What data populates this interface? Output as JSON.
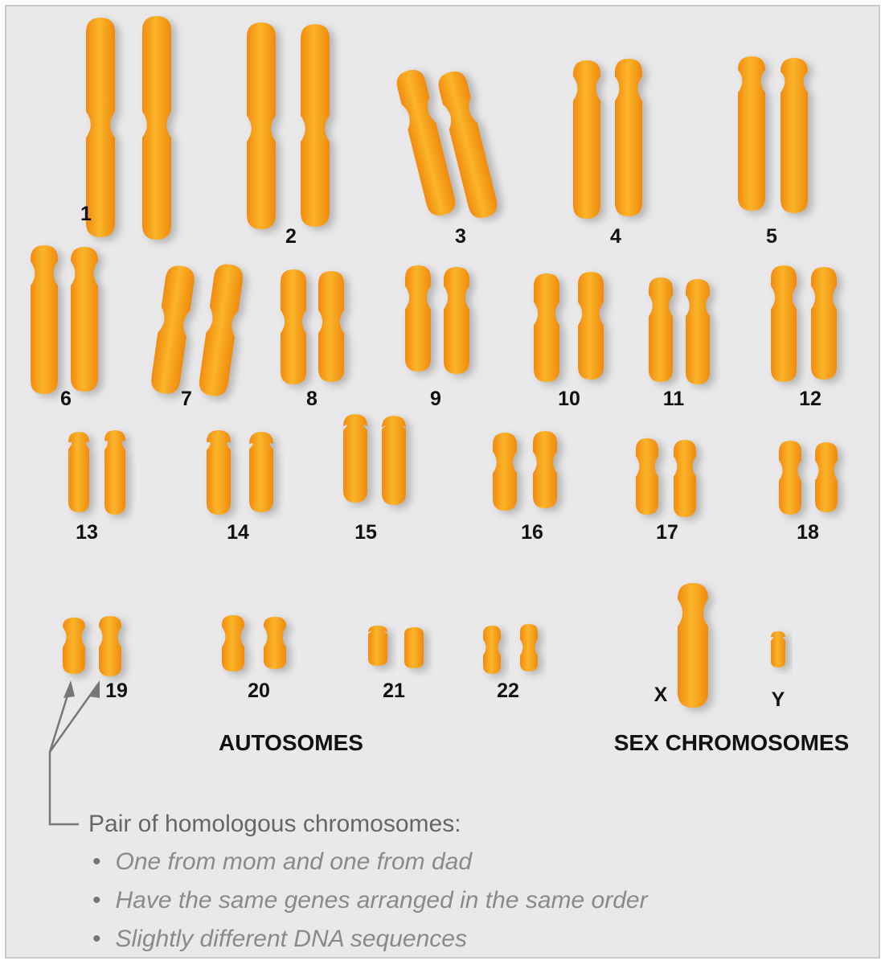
{
  "pairs": [
    "1",
    "2",
    "3",
    "4",
    "5",
    "6",
    "7",
    "8",
    "9",
    "10",
    "11",
    "12",
    "13",
    "14",
    "15",
    "16",
    "17",
    "18",
    "19",
    "20",
    "21",
    "22"
  ],
  "sex": {
    "x_label": "X",
    "y_label": "Y"
  },
  "sections": {
    "autosomes": "AUTOSOMES",
    "sex_chromosomes": "SEX CHROMOSOMES"
  },
  "legend": {
    "title": "Pair of homologous chromosomes:",
    "bullets": [
      "One from mom and one from dad",
      "Have the same genes arranged in the same order",
      "Slightly different DNA sequences"
    ]
  },
  "colors": {
    "chromosome": "#f79a16",
    "chromosome_light": "#fbb52a",
    "panel": "#e9e9eb",
    "arrow": "#777777"
  }
}
